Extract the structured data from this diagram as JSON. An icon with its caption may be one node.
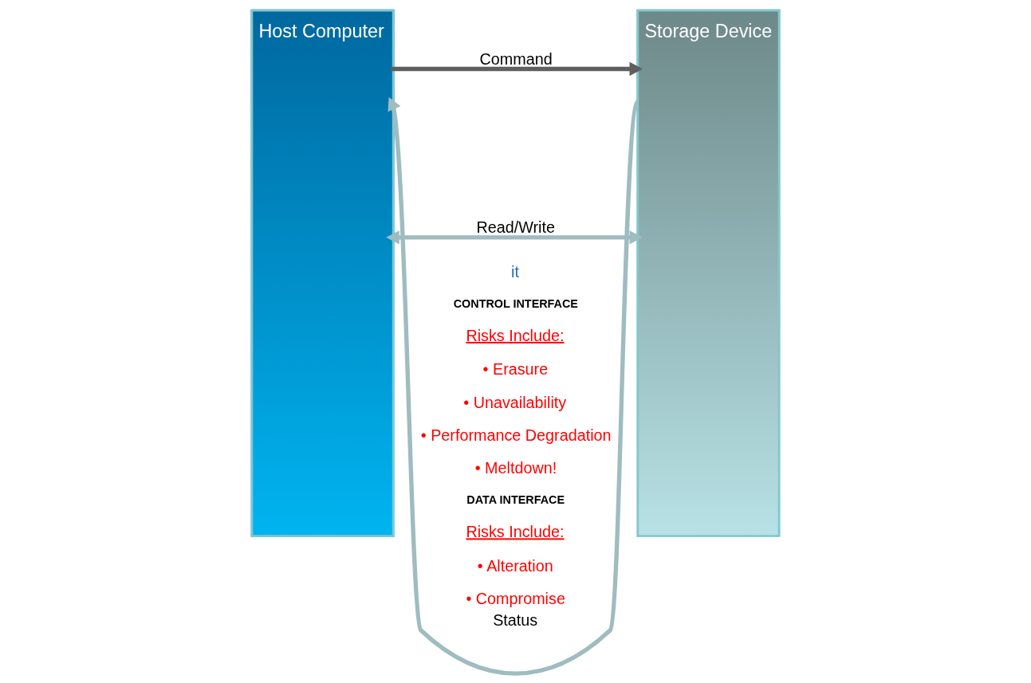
{
  "diagram": {
    "nodes": [
      {
        "text": [
          "Host Computer"
        ]
      },
      {
        "text": [
          "Storage Device"
        ]
      }
    ],
    "edges": [
      {
        "from": 0,
        "to": 1,
        "arrow": "to",
        "label": "Command",
        "color": "#5f5f5f"
      },
      {
        "from": 1,
        "to": 0,
        "arrow": "to",
        "label": "Status"
      },
      {
        "from": 0,
        "to": 1,
        "arrow": "both",
        "label": "Read/Write"
      }
    ],
    "labels": [
      "it",
      "CONTROL INTERFACE",
      "Risks Include:",
      "• Erasure",
      "• Unavailability",
      "• Performance Degradation",
      "• Meltdown!",
      "DATA INTERFACE",
      "Risks Include:",
      "• Alteration",
      "• Compromise"
    ]
  }
}
